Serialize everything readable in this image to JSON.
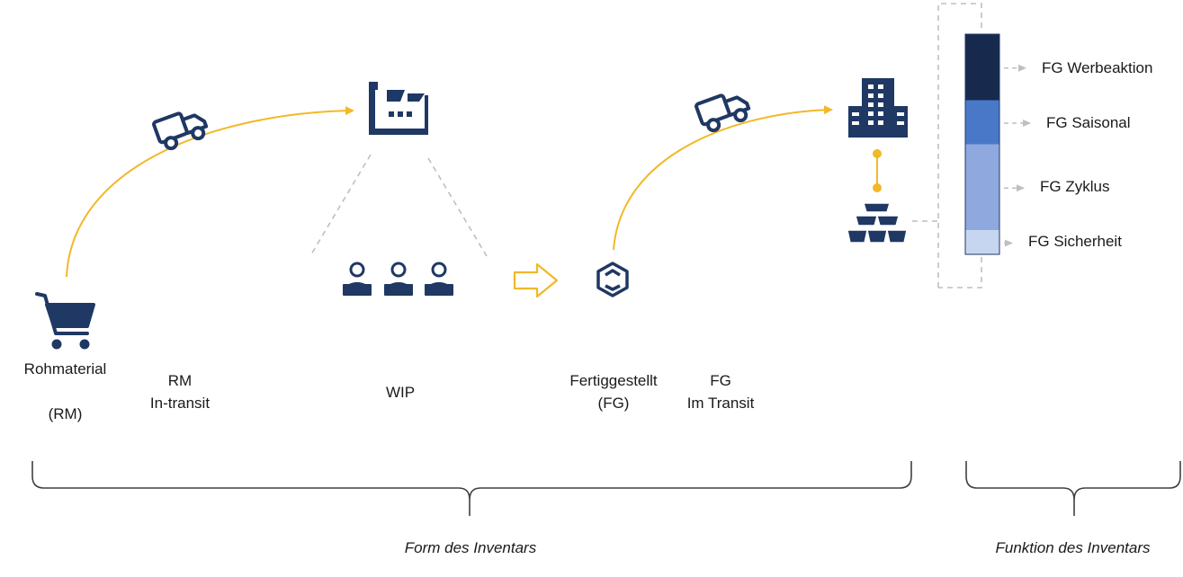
{
  "colors": {
    "navy": "#1f3864",
    "accent": "#f2b826",
    "bar_werbeaktion": "#172a4e",
    "bar_saisonal": "#4a78c9",
    "bar_zyklus": "#8fa9de",
    "bar_sicherheit": "#c7d6f0",
    "guide": "#bfbfbf"
  },
  "stages": {
    "rm": {
      "line1": "Rohmaterial",
      "line2": "(RM)",
      "icon": "shopping-cart-icon"
    },
    "rm_transit": {
      "line1": "RM",
      "line2": "In-transit",
      "icon": "truck-icon"
    },
    "wip": {
      "label": "WIP",
      "icon": "factory-icon",
      "workers_icon": "worker-icon"
    },
    "fg": {
      "line1": "Fertiggestellt",
      "line2": "(FG)",
      "icon": "package-cube-icon"
    },
    "fg_transit": {
      "line1": "FG",
      "line2": "Im Transit",
      "icon": "truck-icon"
    },
    "storage": {
      "building_icon": "warehouse-building-icon",
      "stock_icon": "stacked-goods-icon"
    }
  },
  "functions": [
    {
      "label": "FG Werbeaktion",
      "share": 0.3
    },
    {
      "label": "FG Saisonal",
      "share": 0.2
    },
    {
      "label": "FG Zyklus",
      "share": 0.39
    },
    {
      "label": "FG Sicherheit",
      "share": 0.11
    }
  ],
  "captions": {
    "form": "Form des Inventars",
    "function": "Funktion des Inventars"
  }
}
